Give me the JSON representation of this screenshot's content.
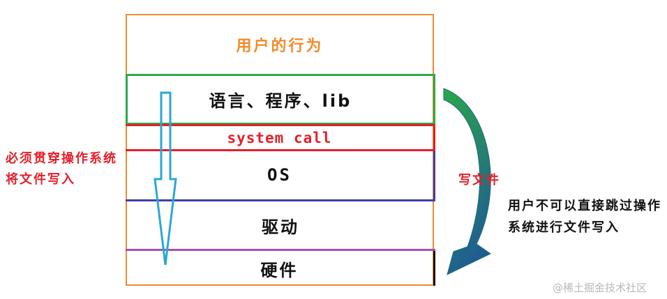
{
  "layers": {
    "user": "用户的行为",
    "language": "语言、程序、lib",
    "syscall": "system call",
    "os": "OS",
    "driver": "驱动",
    "hardware": "硬件"
  },
  "annotations": {
    "left_note": "必须贯穿操作系统将文件写入",
    "write_file": "写文件",
    "user_note": "用户不可以直接跳过操作系统进行文件写入"
  },
  "watermark": "@稀土掘金技术社区",
  "colors": {
    "frame": "#f08c2b",
    "language_border": "#2ea84a",
    "syscall_border": "#e3202b",
    "os_border": "#3e3fa8",
    "driver_border": "#a352b0",
    "down_arrow": "#2aa7d6",
    "curved_arrow_start": "#2aa84a",
    "curved_arrow_end": "#1f5f8f"
  }
}
